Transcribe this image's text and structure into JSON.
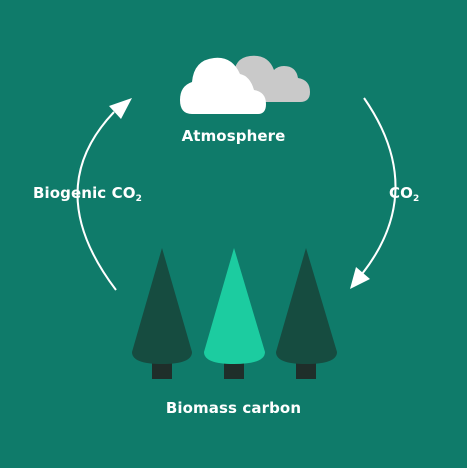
{
  "labels": {
    "atmosphere": "Atmosphere",
    "biomass_carbon": "Biomass carbon",
    "biogenic_co2_main": "Biogenic CO",
    "biogenic_co2_sub": "2",
    "co2_main": "CO",
    "co2_sub": "2"
  },
  "icons": {
    "cloud_front": "cloud-icon",
    "cloud_back": "cloud-icon",
    "tree_left": "tree-icon",
    "tree_center": "tree-icon",
    "tree_right": "tree-icon",
    "arrow_left": "arrow-up-curve-icon",
    "arrow_right": "arrow-down-curve-icon"
  },
  "colors": {
    "background": "#0f7b6a",
    "cloud_white": "#ffffff",
    "cloud_gray": "#c9c9c9",
    "tree_dark": "#164c40",
    "tree_light": "#1ccca0",
    "trunk": "#1f2e2a",
    "arrow": "#ffffff",
    "text": "#ffffff"
  }
}
